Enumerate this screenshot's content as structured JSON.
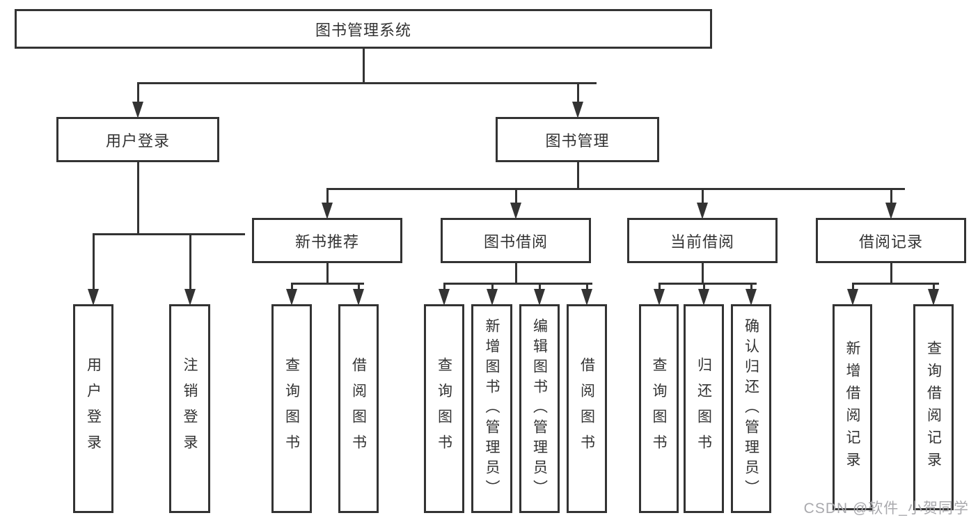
{
  "diagram": {
    "title": "图书管理系统",
    "nodes": [
      {
        "id": "system-root",
        "label": "图书管理系统",
        "level": 1
      },
      {
        "id": "user-login",
        "label": "用户登录",
        "level": 2
      },
      {
        "id": "book-management",
        "label": "图书管理",
        "level": 2
      },
      {
        "id": "new-book-recommend",
        "label": "新书推荐",
        "level": 3
      },
      {
        "id": "book-borrow",
        "label": "图书借阅",
        "level": 3
      },
      {
        "id": "current-borrow",
        "label": "当前借阅",
        "level": 3
      },
      {
        "id": "borrow-records",
        "label": "借阅记录",
        "level": 3
      },
      {
        "id": "user-login-op",
        "label": "用户登录",
        "level": 4
      },
      {
        "id": "logout-op",
        "label": "注销登录",
        "level": 4
      },
      {
        "id": "query-books-recommend",
        "label": "查询图书",
        "level": 4
      },
      {
        "id": "borrow-books-recommend",
        "label": "借阅图书",
        "level": 4
      },
      {
        "id": "query-books-borrow",
        "label": "查询图书",
        "level": 4
      },
      {
        "id": "add-books-admin",
        "label": "新增图书（管理员）",
        "level": 4
      },
      {
        "id": "edit-books-admin",
        "label": "编辑图书（管理员）",
        "level": 4
      },
      {
        "id": "borrow-books-borrow",
        "label": "借阅图书",
        "level": 4
      },
      {
        "id": "query-books-current",
        "label": "查询图书",
        "level": 4
      },
      {
        "id": "return-books",
        "label": "归还图书",
        "level": 4
      },
      {
        "id": "confirm-return-admin",
        "label": "确认归还（管理员）",
        "level": 4
      },
      {
        "id": "add-borrow-record",
        "label": "新增借阅记录",
        "level": 4
      },
      {
        "id": "query-borrow-record",
        "label": "查询借阅记录",
        "level": 4
      }
    ],
    "edges": [
      {
        "from": "system-root",
        "to": "user-login"
      },
      {
        "from": "system-root",
        "to": "book-management"
      },
      {
        "from": "user-login",
        "to": "user-login-op"
      },
      {
        "from": "user-login",
        "to": "logout-op"
      },
      {
        "from": "book-management",
        "to": "new-book-recommend"
      },
      {
        "from": "book-management",
        "to": "book-borrow"
      },
      {
        "from": "book-management",
        "to": "current-borrow"
      },
      {
        "from": "book-management",
        "to": "borrow-records"
      },
      {
        "from": "new-book-recommend",
        "to": "query-books-recommend"
      },
      {
        "from": "new-book-recommend",
        "to": "borrow-books-recommend"
      },
      {
        "from": "book-borrow",
        "to": "query-books-borrow"
      },
      {
        "from": "book-borrow",
        "to": "add-books-admin"
      },
      {
        "from": "book-borrow",
        "to": "edit-books-admin"
      },
      {
        "from": "book-borrow",
        "to": "borrow-books-borrow"
      },
      {
        "from": "current-borrow",
        "to": "query-books-current"
      },
      {
        "from": "current-borrow",
        "to": "return-books"
      },
      {
        "from": "current-borrow",
        "to": "confirm-return-admin"
      },
      {
        "from": "borrow-records",
        "to": "add-borrow-record"
      },
      {
        "from": "borrow-records",
        "to": "query-borrow-record"
      }
    ]
  },
  "watermark": {
    "text": "CSDN @软件_小贺同学"
  },
  "colors": {
    "line": "#333333",
    "text": "#333333",
    "background": "#ffffff",
    "watermark": "#a9a9ad"
  }
}
